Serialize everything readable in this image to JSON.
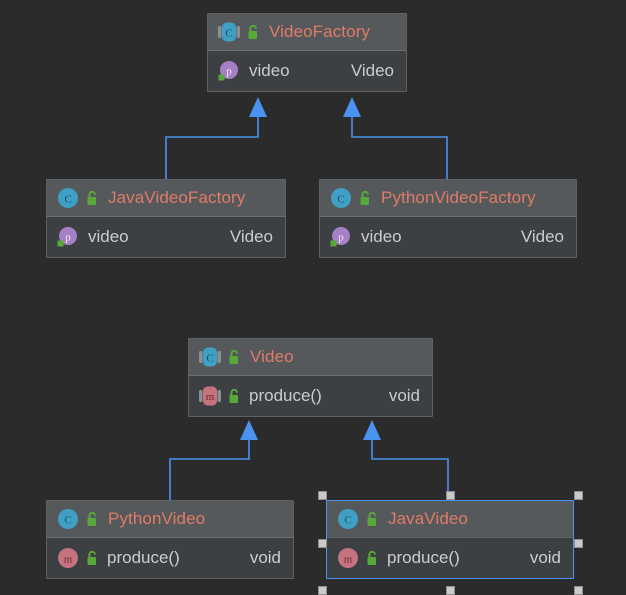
{
  "diagram": {
    "type": "uml-class-diagram",
    "background_color": "#2b2b2b",
    "node_header_color": "#55595b",
    "node_body_color": "#3c4043",
    "class_name_color": "#e07b68",
    "member_text_color": "#c8cdd2",
    "edge_color": "#4a93f0",
    "selection_color": "#4a93f0"
  },
  "nodes": [
    {
      "id": "video-factory",
      "title": "VideoFactory",
      "title_icon": "abstract-class-icon",
      "visibility_icon": "unlock-public-icon",
      "selected": false,
      "members": [
        {
          "icon": "property-icon",
          "visibility_icon": "field-badge-icon",
          "name": "video",
          "type": "Video"
        }
      ]
    },
    {
      "id": "java-video-factory",
      "title": "JavaVideoFactory",
      "title_icon": "class-icon",
      "visibility_icon": "unlock-public-icon",
      "selected": false,
      "members": [
        {
          "icon": "property-icon",
          "visibility_icon": "field-badge-icon",
          "name": "video",
          "type": "Video"
        }
      ]
    },
    {
      "id": "python-video-factory",
      "title": "PythonVideoFactory",
      "title_icon": "class-icon",
      "visibility_icon": "unlock-public-icon",
      "selected": false,
      "members": [
        {
          "icon": "property-icon",
          "visibility_icon": "field-badge-icon",
          "name": "video",
          "type": "Video"
        }
      ]
    },
    {
      "id": "video",
      "title": "Video",
      "title_icon": "abstract-class-icon",
      "visibility_icon": "unlock-public-icon",
      "selected": false,
      "members": [
        {
          "icon": "abstract-method-icon",
          "visibility_icon": "unlock-public-icon",
          "name": "produce()",
          "type": "void"
        }
      ]
    },
    {
      "id": "python-video",
      "title": "PythonVideo",
      "title_icon": "class-icon",
      "visibility_icon": "unlock-public-icon",
      "selected": false,
      "members": [
        {
          "icon": "method-icon",
          "visibility_icon": "unlock-public-icon",
          "name": "produce()",
          "type": "void"
        }
      ]
    },
    {
      "id": "java-video",
      "title": "JavaVideo",
      "title_icon": "class-icon",
      "visibility_icon": "unlock-public-icon",
      "selected": true,
      "members": [
        {
          "icon": "method-icon",
          "visibility_icon": "unlock-public-icon",
          "name": "produce()",
          "type": "void"
        }
      ]
    }
  ],
  "edges": [
    {
      "from": "java-video-factory",
      "to": "video-factory",
      "kind": "generalization"
    },
    {
      "from": "python-video-factory",
      "to": "video-factory",
      "kind": "generalization"
    },
    {
      "from": "python-video",
      "to": "video",
      "kind": "generalization"
    },
    {
      "from": "java-video",
      "to": "video",
      "kind": "generalization"
    }
  ]
}
